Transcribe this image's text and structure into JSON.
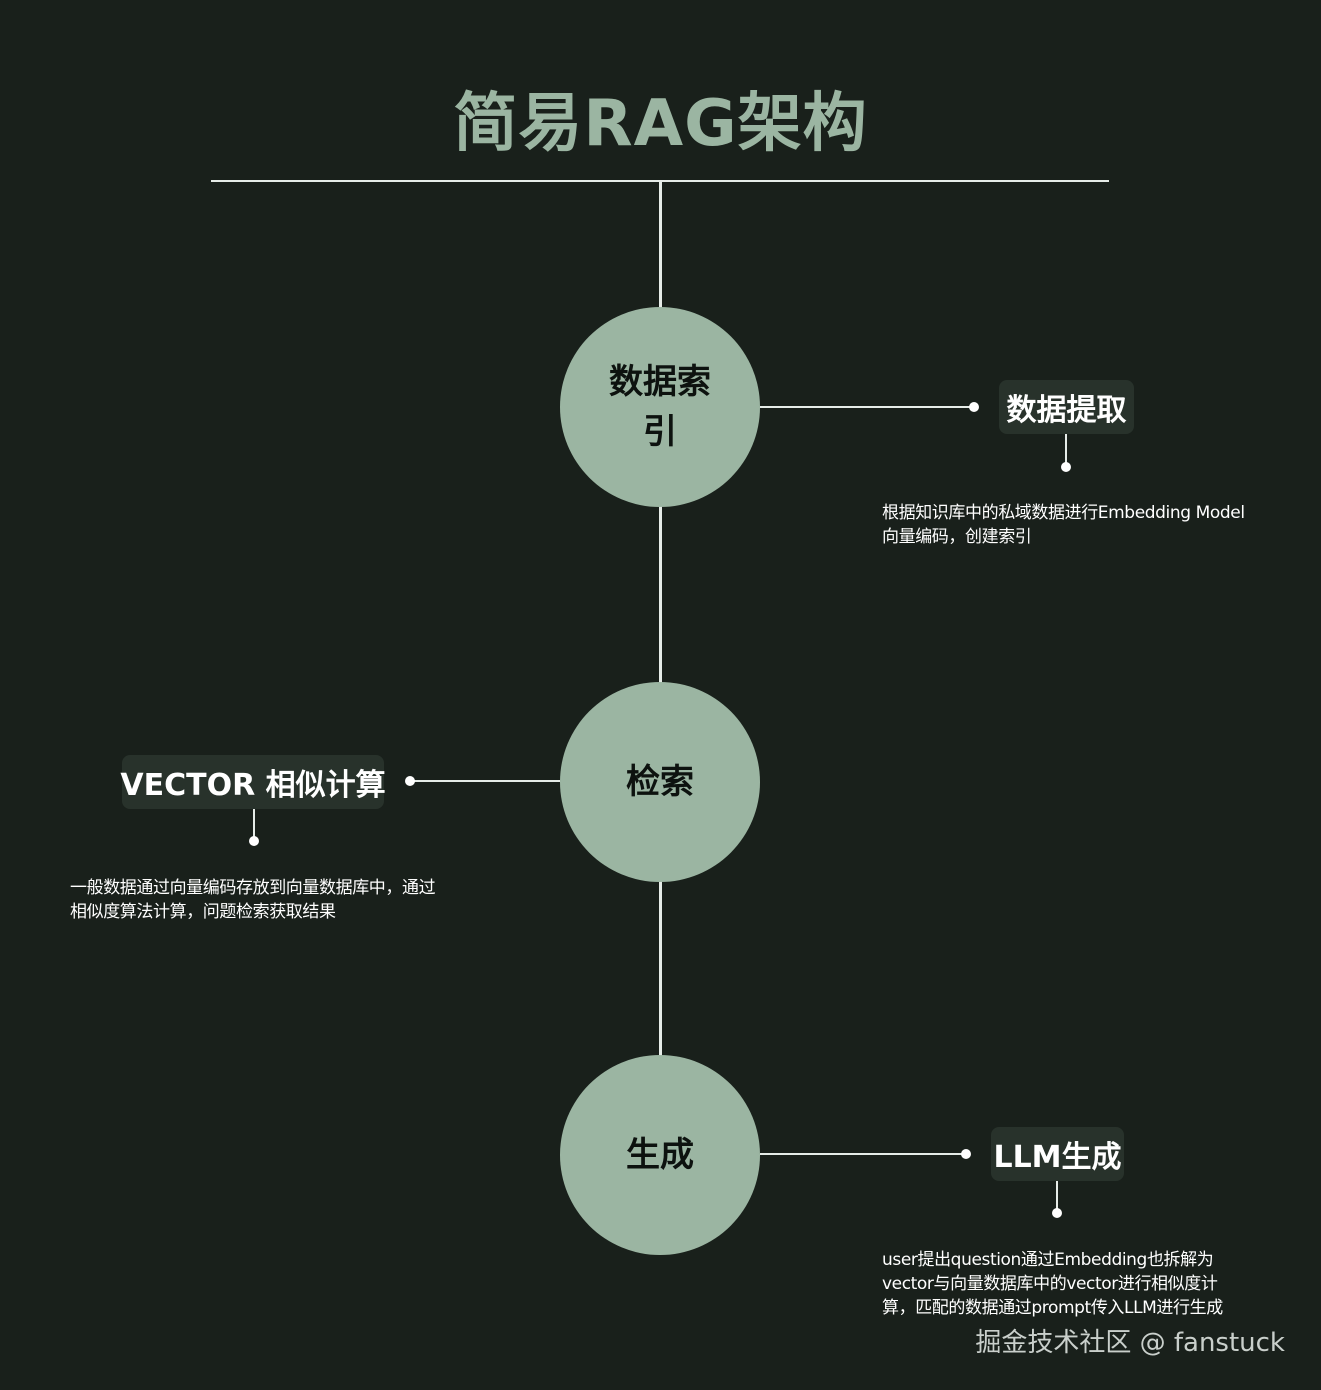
{
  "title": "简易RAG架构",
  "nodes": [
    {
      "label": "数据索引"
    },
    {
      "label": "检索"
    },
    {
      "label": "生成"
    }
  ],
  "steps": [
    {
      "label": "数据提取",
      "description": "根据知识库中的私域数据进行Embedding Model向量编码，创建索引"
    },
    {
      "label": "VECTOR 相似计算",
      "description": "一般数据通过向量编码存放到向量数据库中，通过相似度算法计算，问题检索获取结果"
    },
    {
      "label": "LLM生成",
      "description": "user提出question通过Embedding也拆解为vector与向量数据库中的vector进行相似度计算，匹配的数据通过prompt传入LLM进行生成"
    }
  ],
  "watermark": "掘金技术社区 @ fanstuck",
  "colors": {
    "background": "#19201b",
    "accent": "#9bb5a2",
    "label_box": "#28322b",
    "line": "#e6ece8"
  }
}
